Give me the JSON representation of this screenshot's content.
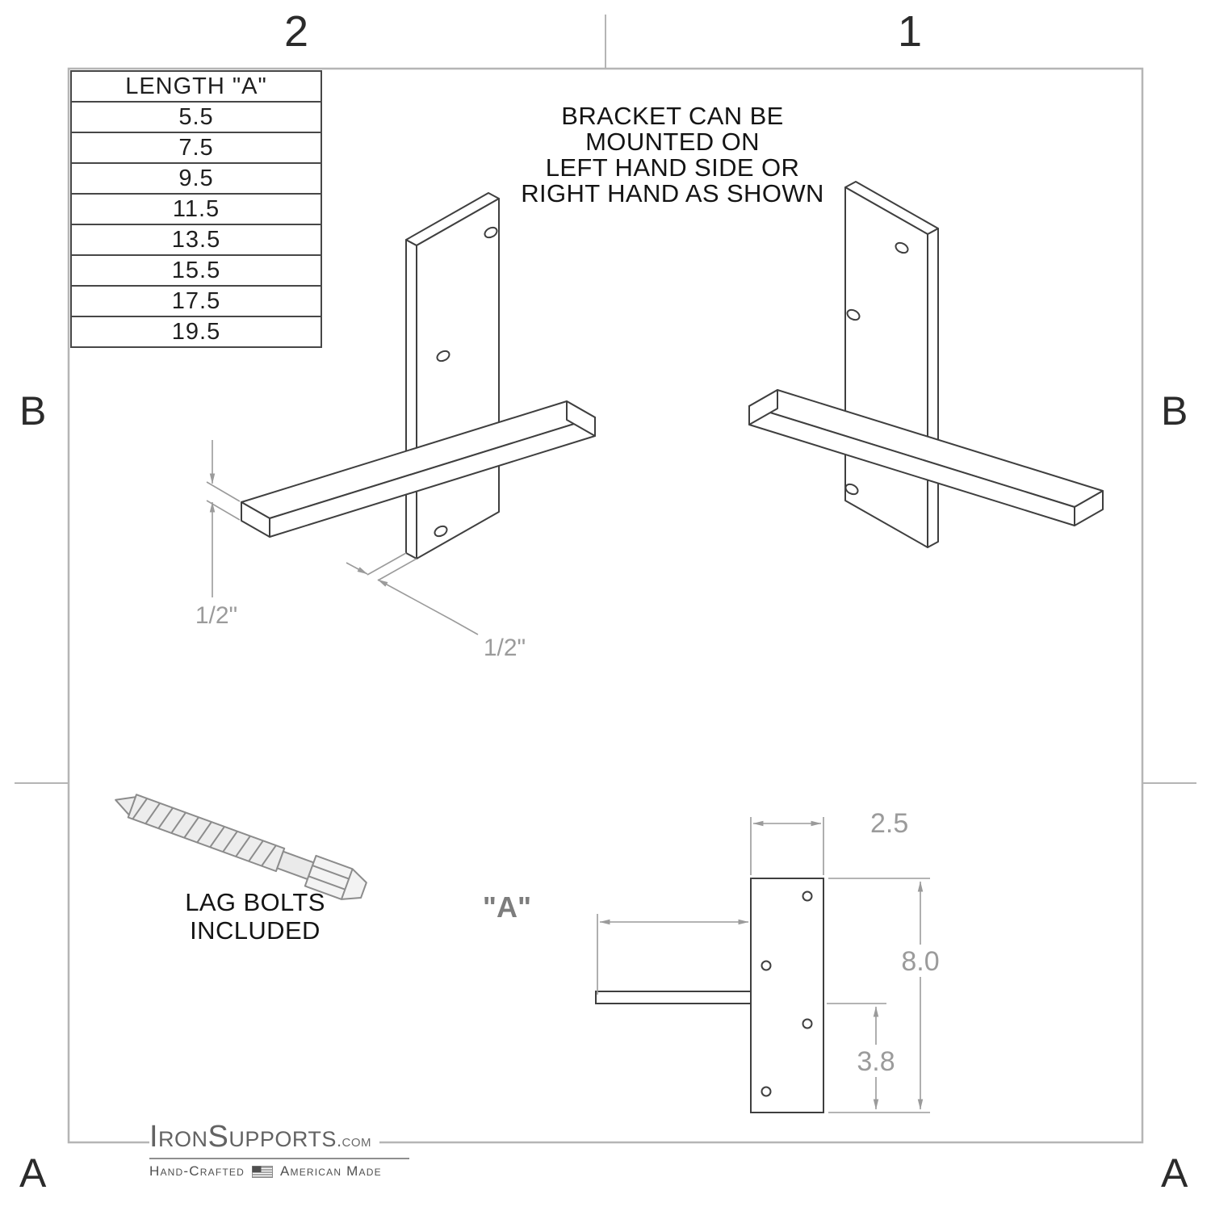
{
  "sheet": {
    "col_left": "2",
    "col_right": "1",
    "row_top": "B",
    "row_bottom": "A"
  },
  "table": {
    "header": "LENGTH \"A\"",
    "rows": [
      "5.5",
      "7.5",
      "9.5",
      "11.5",
      "13.5",
      "15.5",
      "17.5",
      "19.5"
    ]
  },
  "note": {
    "lines": [
      "BRACKET CAN BE",
      "MOUNTED ON",
      "LEFT HAND SIDE OR",
      "RIGHT HAND AS SHOWN"
    ]
  },
  "dims": {
    "shelf_thickness": "1/2\"",
    "plate_thickness": "1/2\"",
    "plate_width": "2.5",
    "shelf_length_label": "\"A\"",
    "plate_height": "8.0",
    "hole_offset": "3.8"
  },
  "hardware": {
    "lines": [
      "LAG BOLTS",
      "INCLUDED"
    ]
  },
  "logo": {
    "brand_main": "IronSupports",
    "brand_tld": ".com",
    "tag_left": "Hand-Crafted",
    "tag_right": "American Made"
  },
  "colors": {
    "drawing_line": "#3f3f3f",
    "dimension": "#9b9b9b",
    "frame": "#b5b5b5"
  }
}
